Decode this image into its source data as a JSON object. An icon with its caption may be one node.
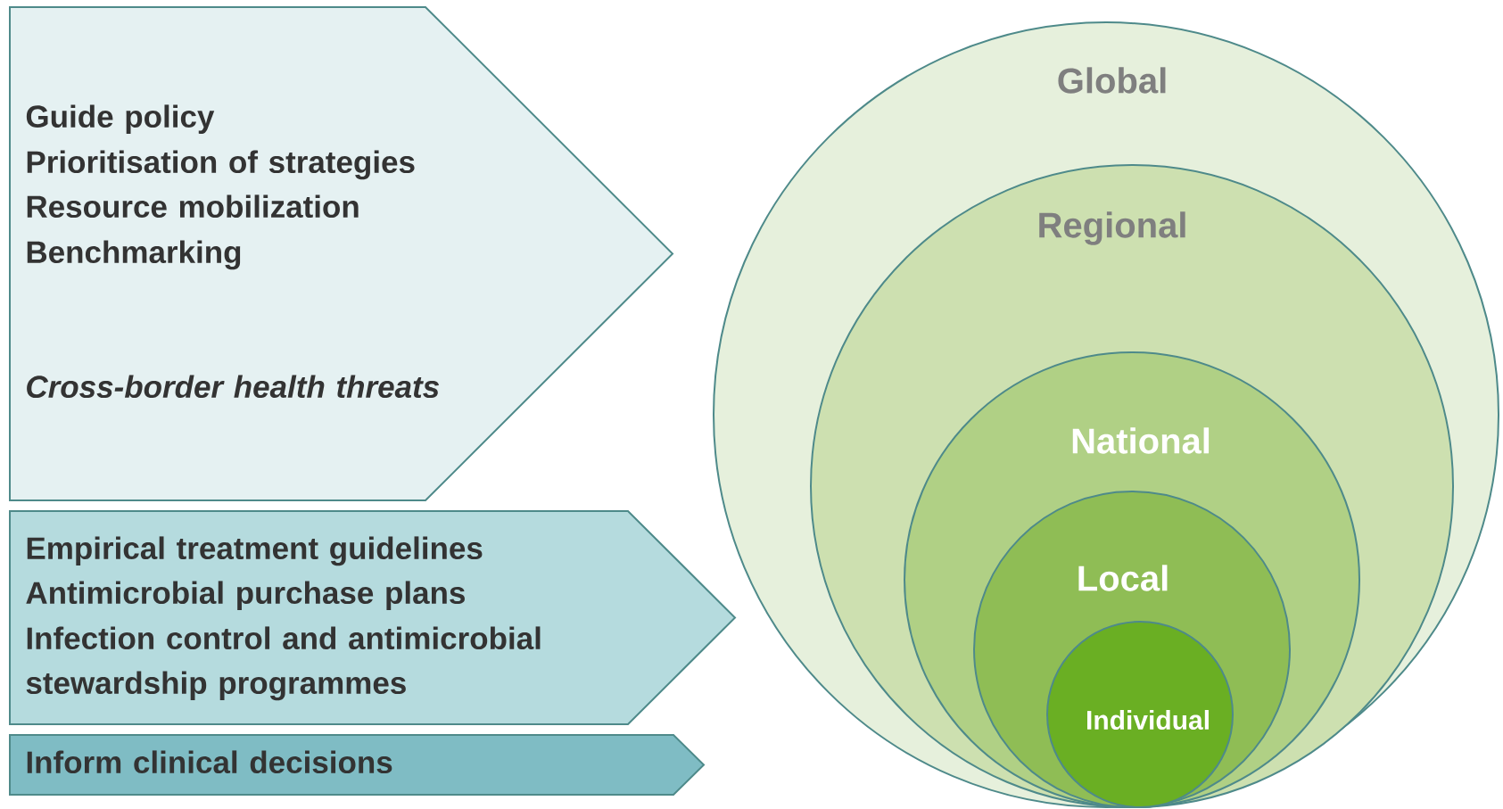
{
  "diagram": {
    "nodes": [
      {
        "text": [
          "Guide policy",
          "Prioritisation of strategies",
          "Resource mobilization",
          "Benchmarking",
          "Cross-border health threats"
        ]
      },
      {
        "text": [
          "Empirical treatment guidelines",
          "Antimicrobial purchase plans",
          "Infection control and antimicrobial stewardship programmes"
        ]
      },
      {
        "text": [
          "Inform clinical decisions"
        ]
      },
      {
        "text": [
          "Global"
        ]
      },
      {
        "text": [
          "Regional"
        ],
        "in": 3
      },
      {
        "text": [
          "National"
        ],
        "in": 4
      },
      {
        "text": [
          "Local"
        ],
        "in": 5
      },
      {
        "text": [
          "Individual"
        ],
        "in": 6
      }
    ]
  }
}
